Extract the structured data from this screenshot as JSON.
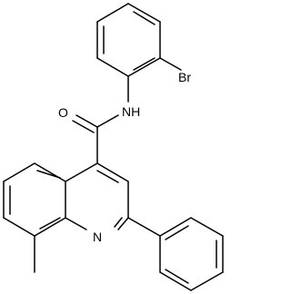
{
  "structure": {
    "atom_labels": {
      "bromine": "Br",
      "amide_nitrogen": "NH",
      "carbonyl_oxygen": "O",
      "ring_nitrogen": "N"
    },
    "colors": {
      "bond": "#000000",
      "text": "#000000",
      "background": "#ffffff"
    }
  }
}
